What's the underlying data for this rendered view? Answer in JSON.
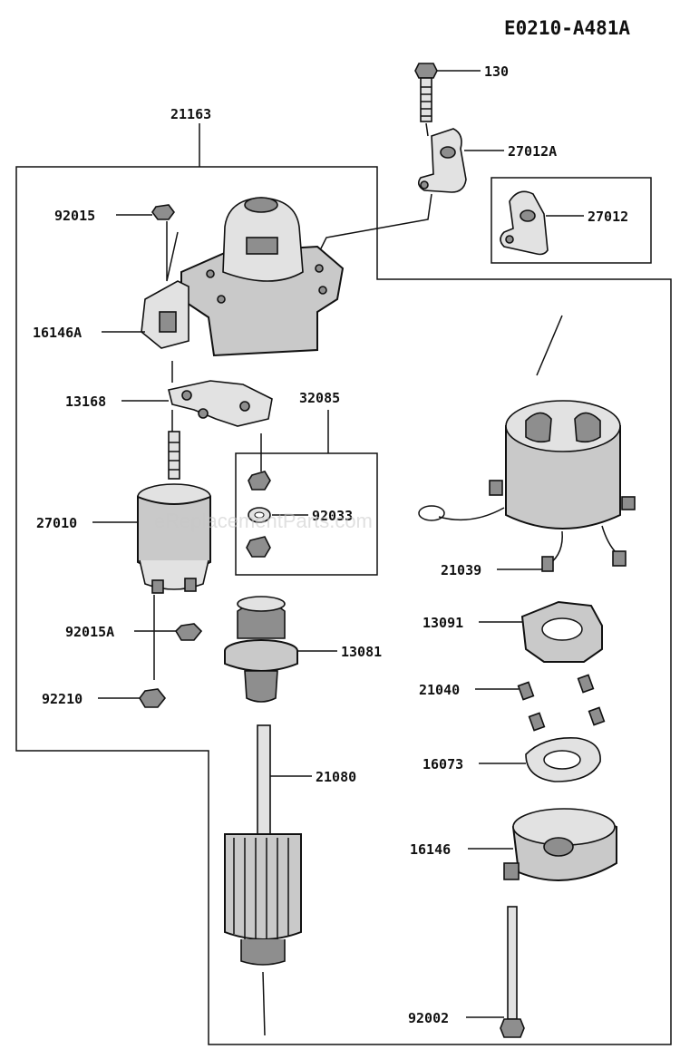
{
  "diagram_code": "E0210-A481A",
  "watermark": "eReplacementParts.com",
  "parts": {
    "p130": "130",
    "p27012A": "27012A",
    "p27012": "27012",
    "p21163": "21163",
    "p92015": "92015",
    "p16146A": "16146A",
    "p13168": "13168",
    "p32085": "32085",
    "p27010": "27010",
    "p92033": "92033",
    "p21039": "21039",
    "p92015A": "92015A",
    "p13081": "13081",
    "p13091": "13091",
    "p92210": "92210",
    "p21040": "21040",
    "p21080": "21080",
    "p16073": "16073",
    "p16146": "16146",
    "p92002": "92002"
  }
}
